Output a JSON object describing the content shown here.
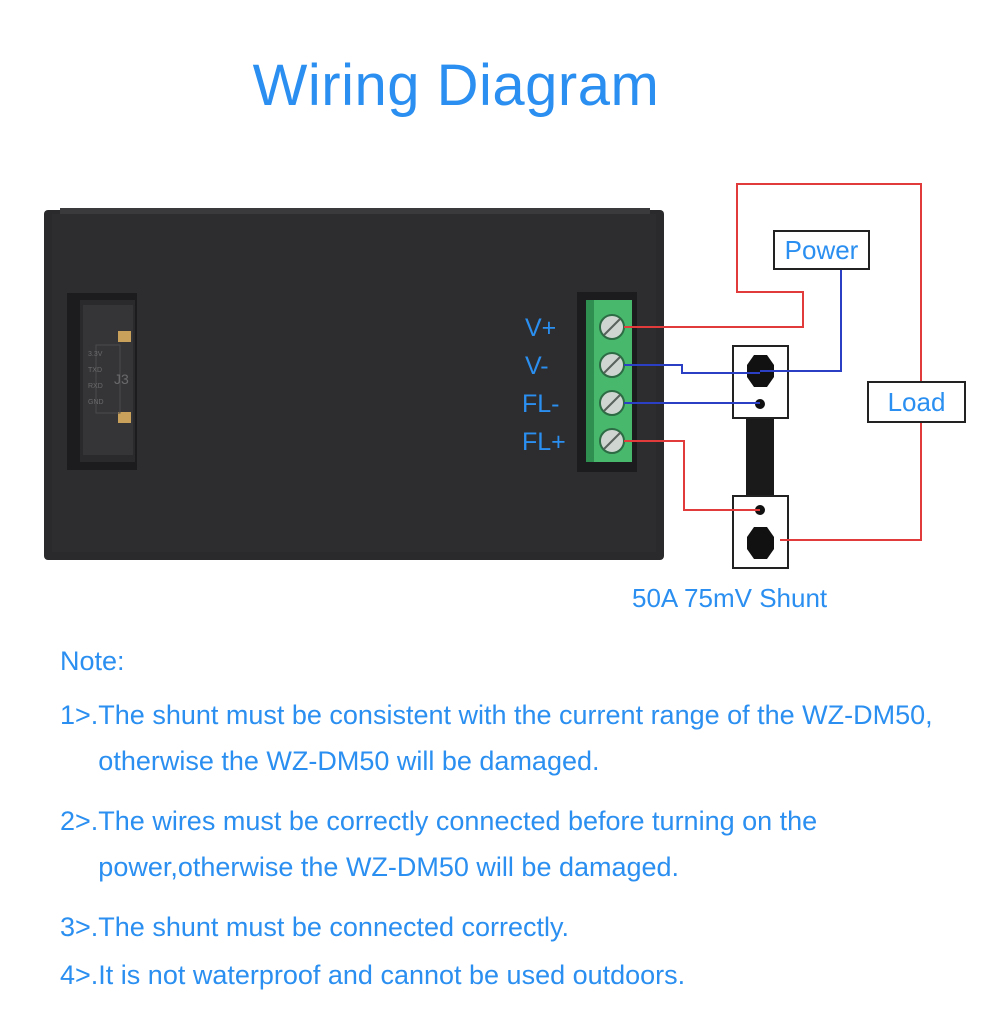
{
  "title": "Wiring Diagram",
  "terminals": [
    {
      "label": "V+"
    },
    {
      "label": "V-"
    },
    {
      "label": "FL-"
    },
    {
      "label": "FL+"
    }
  ],
  "pcb_silkscreen": {
    "connector": "J3",
    "pins": [
      "3.3V",
      "TXD",
      "RXD",
      "GND"
    ]
  },
  "boxes": {
    "power": "Power",
    "load": "Load"
  },
  "shunt_caption": "50A 75mV Shunt",
  "wire_colors": {
    "red": "#e23b3b",
    "blue": "#2b3fc4"
  },
  "notes": {
    "title": "Note:",
    "items": [
      {
        "num": "1>.",
        "text": "The shunt must be consistent with the current range of the WZ-DM50, otherwise the WZ-DM50 will be damaged."
      },
      {
        "num": "2>.",
        "text": "The wires must be correctly connected before turning on the power,otherwise the WZ-DM50 will be damaged."
      },
      {
        "num": "3>.",
        "text": "The shunt must be connected correctly."
      },
      {
        "num": "4>.",
        "text": "It is not waterproof and cannot be used outdoors."
      }
    ]
  }
}
